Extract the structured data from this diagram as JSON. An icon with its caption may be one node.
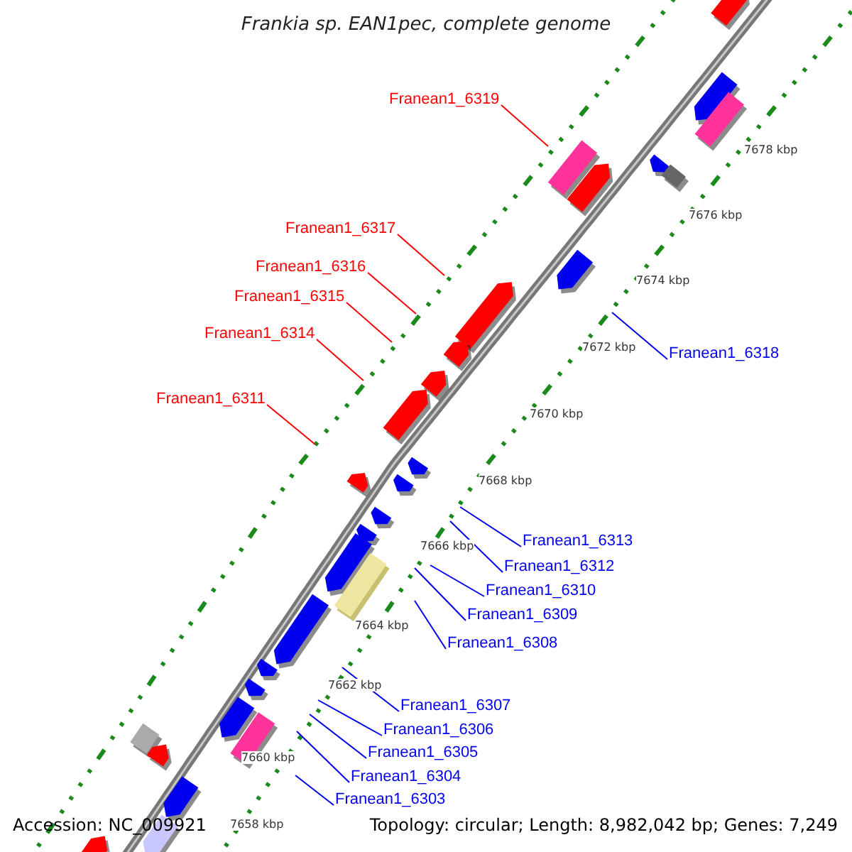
{
  "diagram": {
    "title": "Frankia sp. EAN1pec, complete genome",
    "nodes": [
      {
        "text": [
          "Franean1_6319"
        ]
      },
      {
        "text": [
          "Franean1_6317"
        ]
      },
      {
        "text": [
          "Franean1_6316"
        ]
      },
      {
        "text": [
          "Franean1_6315"
        ]
      },
      {
        "text": [
          "Franean1_6314"
        ]
      },
      {
        "text": [
          "Franean1_6318"
        ]
      },
      {
        "text": [
          "Franean1_6311"
        ]
      },
      {
        "text": [
          "Franean1_6313"
        ]
      },
      {
        "text": [
          "Franean1_6312"
        ]
      },
      {
        "text": [
          "Franean1_6310"
        ]
      },
      {
        "text": [
          "Franean1_6309"
        ]
      },
      {
        "text": [
          "Franean1_6308"
        ]
      },
      {
        "text": [
          "Franean1_6307"
        ]
      },
      {
        "text": [
          "Franean1_6306"
        ]
      },
      {
        "text": [
          "Franean1_6305"
        ]
      },
      {
        "text": [
          "Franean1_6304"
        ]
      },
      {
        "text": [
          "Franean1_6303"
        ]
      }
    ],
    "edges": [
      {
        "from": 0,
        "to": null,
        "arrow": "none",
        "color": "#ff0000"
      },
      {
        "from": 1,
        "to": null,
        "arrow": "none",
        "color": "#ff0000"
      },
      {
        "from": 2,
        "to": null,
        "arrow": "none",
        "color": "#ff0000"
      },
      {
        "from": 3,
        "to": null,
        "arrow": "none",
        "color": "#ff0000"
      },
      {
        "from": 4,
        "to": null,
        "arrow": "none",
        "color": "#ff0000"
      },
      {
        "from": 5,
        "to": null,
        "arrow": "none"
      },
      {
        "from": 6,
        "to": null,
        "arrow": "none",
        "color": "#ff0000"
      },
      {
        "from": 7,
        "to": null,
        "arrow": "none"
      },
      {
        "from": 8,
        "to": null,
        "arrow": "none"
      },
      {
        "from": 9,
        "to": null,
        "arrow": "none"
      },
      {
        "from": 10,
        "to": null,
        "arrow": "none"
      },
      {
        "from": 11,
        "to": null,
        "arrow": "none"
      },
      {
        "from": 12,
        "to": null,
        "arrow": "none"
      },
      {
        "from": 13,
        "to": null,
        "arrow": "none"
      },
      {
        "from": 14,
        "to": null,
        "arrow": "none"
      },
      {
        "from": 15,
        "to": null,
        "arrow": "none"
      },
      {
        "from": 16,
        "to": null,
        "arrow": "none"
      }
    ],
    "labels": [
      "7678 kbp",
      "7676 kbp",
      "7674 kbp",
      "7672 kbp",
      "7670 kbp",
      "7668 kbp",
      "7666 kbp",
      "7664 kbp",
      "7662 kbp",
      "7660 kbp",
      "7658 kbp",
      "Accession: NC_009921",
      "Topology: circular; Length: 8,982,042 bp; Genes: 7,249"
    ]
  }
}
